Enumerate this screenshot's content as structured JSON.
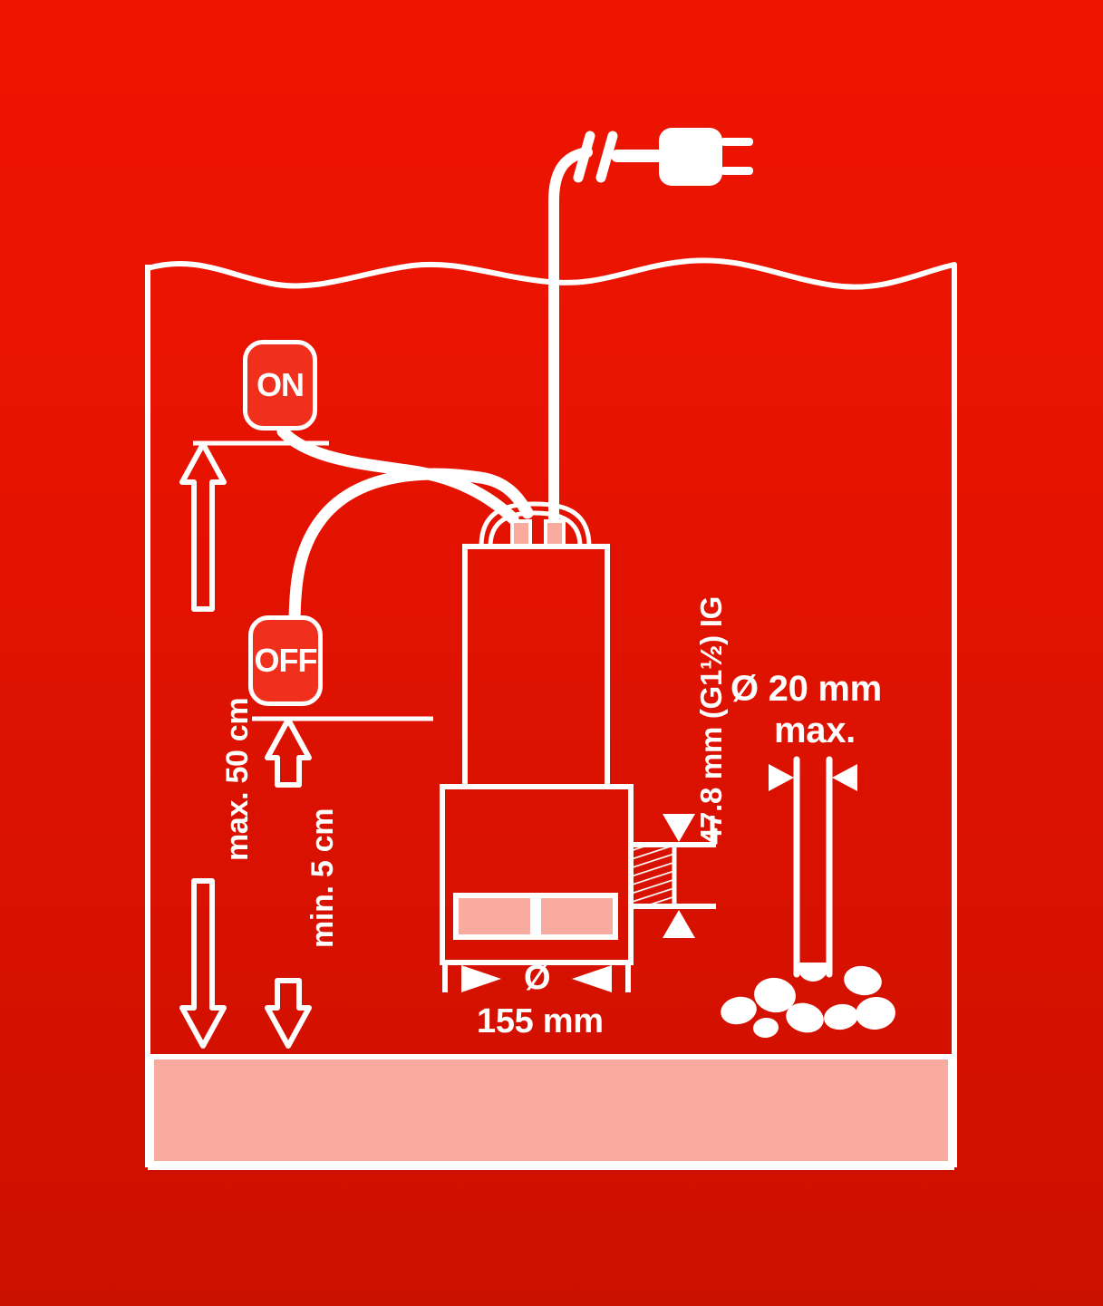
{
  "diagram": {
    "title": "Submersible dirty water pump installation diagram",
    "background_color": "#e21200",
    "line_color": "#ffffff",
    "accent_fill": "#f9aba0",
    "switch_box_fill": "#f0301c"
  },
  "switches": [
    {
      "name": "float-switch-on",
      "label": "ON"
    },
    {
      "name": "float-switch-off",
      "label": "OFF"
    }
  ],
  "measurements": {
    "max_level": "max. 50 cm",
    "min_level": "min. 5 cm",
    "outlet_thread": "47.8 mm (G1½) IG",
    "pump_diameter_symbol": "Ø",
    "pump_diameter_value": "155 mm",
    "particle_size_line1": "Ø 20 mm",
    "particle_size_line2": "max."
  },
  "parts": {
    "power_plug": "power-plug",
    "power_cable": "power-cable",
    "pump_body": "pump-body",
    "pump_base": "pump-base",
    "pump_inlet_left": "pump-inlet-window-left",
    "pump_inlet_right": "pump-inlet-window-right",
    "outlet_thread_block": "outlet-threaded-connection",
    "carry_handle": "carry-handle",
    "cable_gland_left": "cable-gland-left",
    "cable_gland_right": "cable-gland-right",
    "tank": "tank-outline",
    "water_surface": "water-surface-line",
    "sediment_layer": "sediment-layer",
    "stones": "debris-stones",
    "max_arrow_up": "max-level-arrow-up",
    "max_arrow_down": "max-level-arrow-down",
    "min_arrow_up": "min-level-arrow-up",
    "min_arrow_down": "min-level-arrow-down",
    "pump_dim_arrow_left": "pump-width-arrow-left",
    "pump_dim_arrow_right": "pump-width-arrow-right",
    "thread_arrow_top": "thread-dim-arrow-top",
    "thread_arrow_bottom": "thread-dim-arrow-bottom",
    "particle_arrow_left": "particle-dim-arrow-left",
    "particle_arrow_right": "particle-dim-arrow-right"
  }
}
